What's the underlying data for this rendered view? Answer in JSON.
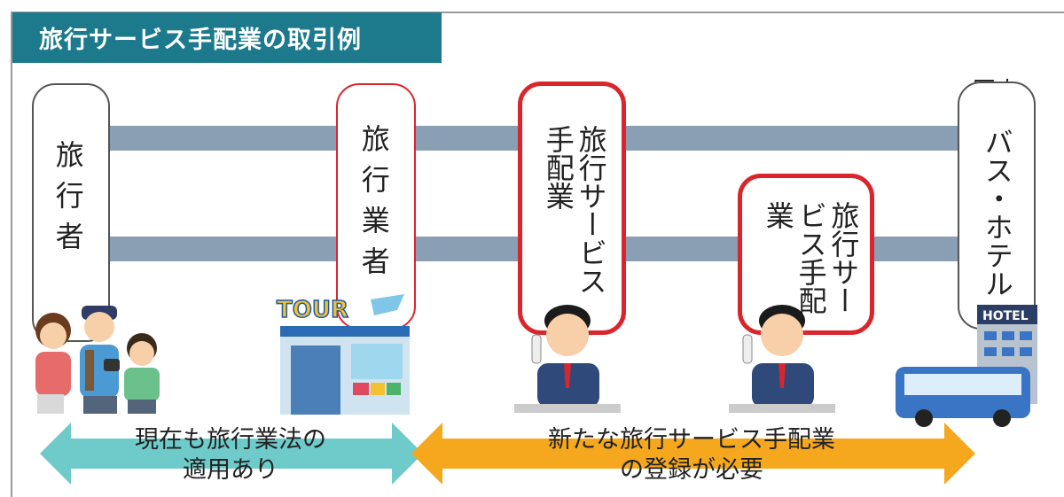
{
  "title": "旅行サービス手配業の取引例",
  "region_label": "国内",
  "boxes": {
    "traveler": "旅行者",
    "travel_agency": "旅行業者",
    "arranger1": "旅行サービス手配業",
    "arranger2": "旅行サービス手配業",
    "supplier": "バス・ホテル"
  },
  "illustration_text": {
    "tour_sign": "TOUR",
    "hotel_sign": "HOTEL"
  },
  "arrows": {
    "left": {
      "text_line1": "現在も旅行業法の",
      "text_line2": "適用あり",
      "color": "#6ecbc9"
    },
    "right": {
      "text_line1": "新たな旅行サービス手配業",
      "text_line2": "の登録が必要",
      "color": "#f5a81e"
    }
  },
  "colors": {
    "title_bg": "#1c7a8c",
    "connector": "#8a9fb3",
    "highlight_border": "#d9262c"
  }
}
